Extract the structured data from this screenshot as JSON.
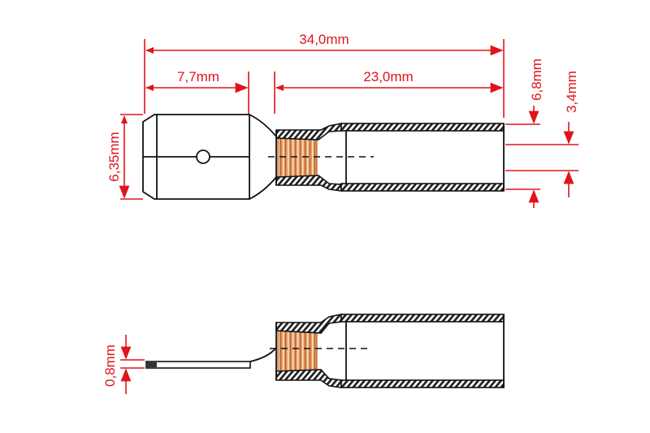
{
  "title": "Female disconnect terminal dimension drawing",
  "dimensions": {
    "total_length": "34,0mm",
    "blade_length": "7,7mm",
    "insulation_length": "23,0mm",
    "blade_width": "6,35mm",
    "outer_diameter": "6,8mm",
    "inner_diameter": "3,4mm",
    "blade_thickness": "0,8mm"
  },
  "colors": {
    "dimension": "#e0141b",
    "outline": "#111111",
    "copper": "#d9874a"
  }
}
